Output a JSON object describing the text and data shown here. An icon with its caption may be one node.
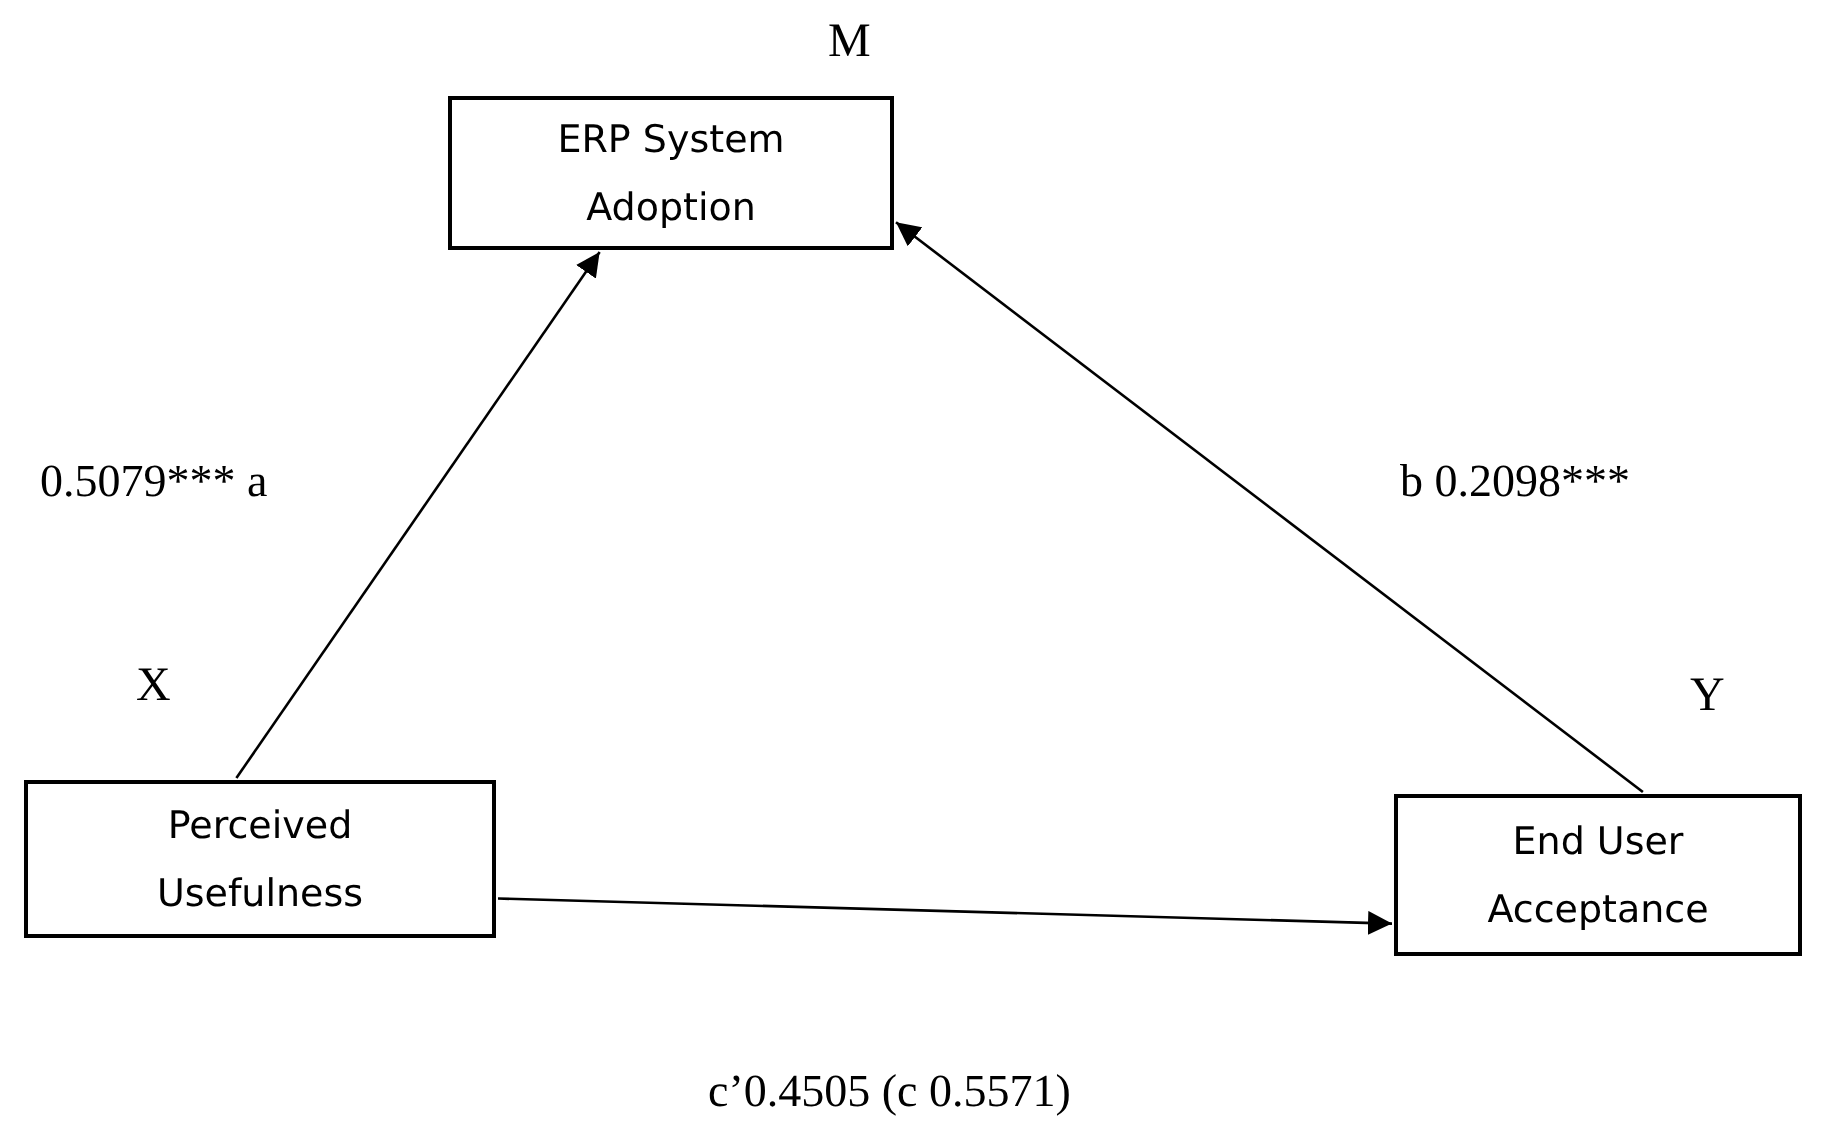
{
  "diagram": {
    "nodes": [
      {
        "text": [
          "ERP System Adoption"
        ],
        "beside": [
          "M"
        ]
      },
      {
        "text": [
          "Perceived Usefulness"
        ],
        "beside": [
          "X"
        ]
      },
      {
        "text": [
          "End User Acceptance"
        ],
        "beside": [
          "Y"
        ]
      }
    ],
    "edges": [
      {
        "from": 1,
        "to": 0,
        "arrow": "to",
        "label": "0.5079*** a"
      },
      {
        "from": 2,
        "to": 0,
        "arrow": "to",
        "label": "b 0.2098***"
      },
      {
        "from": 1,
        "to": 2,
        "arrow": "to",
        "label": "c’0.4505 (c 0.5571)"
      }
    ]
  }
}
